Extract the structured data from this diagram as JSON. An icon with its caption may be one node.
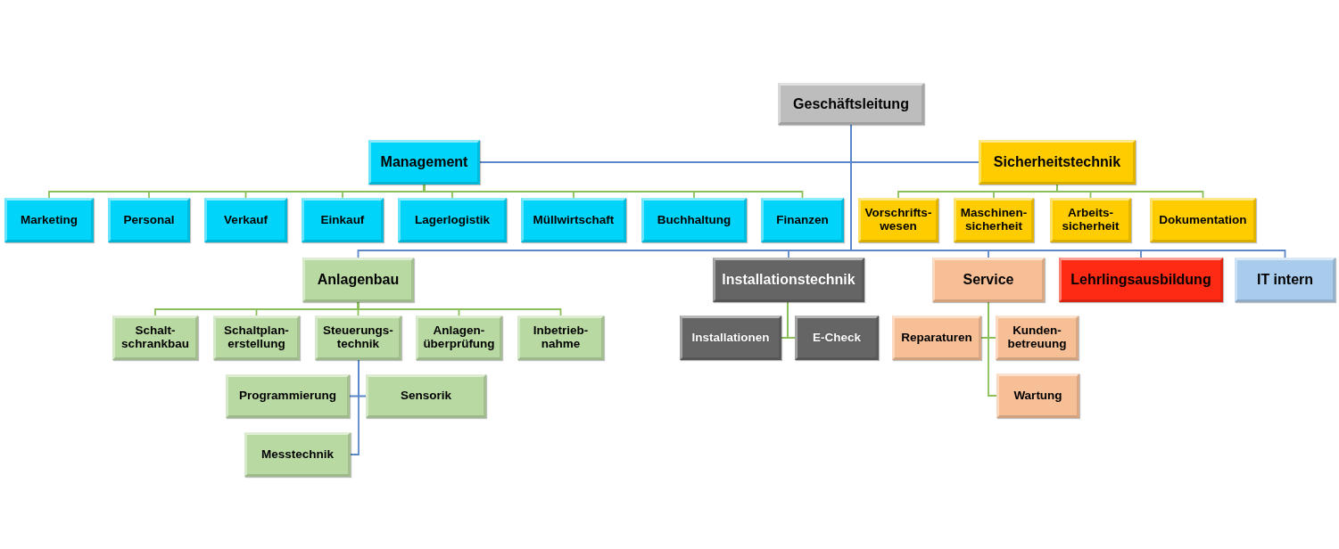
{
  "diagram": {
    "nodes": [
      {
        "text": [
          "Geschäftsleitung"
        ]
      },
      {
        "text": [
          "Management"
        ]
      },
      {
        "text": [
          "Sicherheitstechnik"
        ]
      },
      {
        "text": [
          "Marketing"
        ]
      },
      {
        "text": [
          "Personal"
        ]
      },
      {
        "text": [
          "Verkauf"
        ]
      },
      {
        "text": [
          "Einkauf"
        ]
      },
      {
        "text": [
          "Lagerlogistik"
        ]
      },
      {
        "text": [
          "Müllwirtschaft"
        ]
      },
      {
        "text": [
          "Buchhaltung"
        ]
      },
      {
        "text": [
          "Finanzen"
        ]
      },
      {
        "text": [
          "Vorschrifts- wesen"
        ]
      },
      {
        "text": [
          "Maschinen- sicherheit"
        ]
      },
      {
        "text": [
          "Arbeits- sicherheit"
        ]
      },
      {
        "text": [
          "Dokumentation"
        ]
      },
      {
        "text": [
          "Anlagenbau"
        ]
      },
      {
        "text": [
          "Installationstechnik"
        ]
      },
      {
        "text": [
          "Service"
        ]
      },
      {
        "text": [
          "Lehrlingsausbildung"
        ]
      },
      {
        "text": [
          "IT intern"
        ]
      },
      {
        "text": [
          "Schalt- schrankbau"
        ]
      },
      {
        "text": [
          "Schaltplan- erstellung"
        ]
      },
      {
        "text": [
          "Steuerungs- technik"
        ]
      },
      {
        "text": [
          "Anlagen- überprüfung"
        ]
      },
      {
        "text": [
          "Inbetrieb- nahme"
        ]
      },
      {
        "text": [
          "Programmierung"
        ]
      },
      {
        "text": [
          "Sensorik"
        ]
      },
      {
        "text": [
          "Messtechnik"
        ]
      },
      {
        "text": [
          "Installationen"
        ]
      },
      {
        "text": [
          "E-Check"
        ]
      },
      {
        "text": [
          "Reparaturen"
        ]
      },
      {
        "text": [
          "Kunden- betreuung"
        ]
      },
      {
        "text": [
          "Wartung"
        ]
      }
    ],
    "edges": [
      {
        "from": 0,
        "to": 1,
        "arrow": "none",
        "color": "#5b87c9"
      },
      {
        "from": 0,
        "to": 2,
        "arrow": "none",
        "color": "#5b87c9"
      },
      {
        "from": 1,
        "to": 3,
        "arrow": "none"
      },
      {
        "from": 1,
        "to": 4,
        "arrow": "none"
      },
      {
        "from": 1,
        "to": 5,
        "arrow": "none"
      },
      {
        "from": 1,
        "to": 6,
        "arrow": "none"
      },
      {
        "from": 1,
        "to": 7,
        "arrow": "none"
      },
      {
        "from": 1,
        "to": 8,
        "arrow": "none"
      },
      {
        "from": 1,
        "to": 9,
        "arrow": "none"
      },
      {
        "from": 1,
        "to": 10,
        "arrow": "none"
      },
      {
        "from": 2,
        "to": 11,
        "arrow": "none"
      },
      {
        "from": 2,
        "to": 12,
        "arrow": "none"
      },
      {
        "from": 2,
        "to": 13,
        "arrow": "none"
      },
      {
        "from": 2,
        "to": 14,
        "arrow": "none"
      },
      {
        "from": 0,
        "to": 15,
        "arrow": "none",
        "color": "#5b87c9"
      },
      {
        "from": 0,
        "to": 16,
        "arrow": "none",
        "color": "#5b87c9"
      },
      {
        "from": 0,
        "to": 17,
        "arrow": "none",
        "color": "#5b87c9"
      },
      {
        "from": 0,
        "to": 18,
        "arrow": "none",
        "color": "#5b87c9"
      },
      {
        "from": 0,
        "to": 19,
        "arrow": "none",
        "color": "#5b87c9"
      },
      {
        "from": 15,
        "to": 20,
        "arrow": "none"
      },
      {
        "from": 15,
        "to": 21,
        "arrow": "none"
      },
      {
        "from": 15,
        "to": 22,
        "arrow": "none"
      },
      {
        "from": 15,
        "to": 23,
        "arrow": "none"
      },
      {
        "from": 15,
        "to": 24,
        "arrow": "none"
      },
      {
        "from": 22,
        "to": 25,
        "arrow": "none",
        "color": "#5b87c9"
      },
      {
        "from": 22,
        "to": 26,
        "arrow": "none",
        "color": "#5b87c9"
      },
      {
        "from": 22,
        "to": 27,
        "arrow": "none",
        "color": "#5b87c9"
      },
      {
        "from": 16,
        "to": 28,
        "arrow": "none"
      },
      {
        "from": 16,
        "to": 29,
        "arrow": "none"
      },
      {
        "from": 17,
        "to": 30,
        "arrow": "none"
      },
      {
        "from": 17,
        "to": 31,
        "arrow": "none"
      },
      {
        "from": 17,
        "to": 32,
        "arrow": "none"
      }
    ]
  }
}
